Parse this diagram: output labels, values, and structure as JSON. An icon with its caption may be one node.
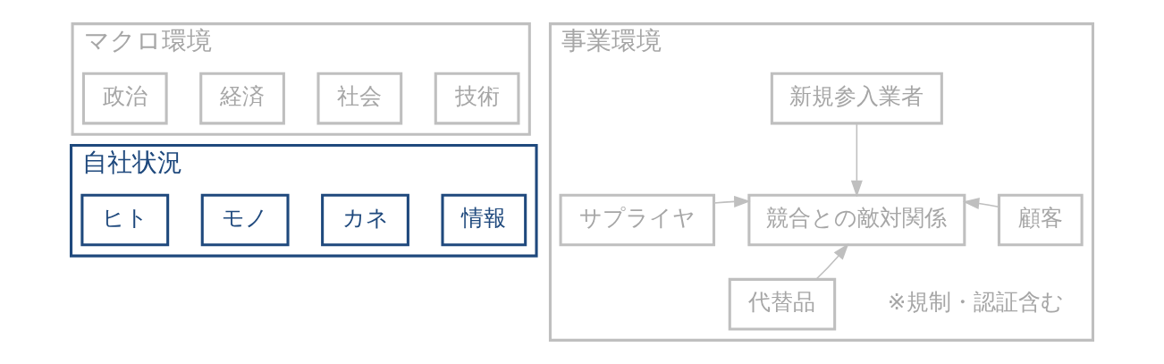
{
  "diagram": {
    "nodes": [
      {
        "text": [
          "マクロ環境"
        ]
      },
      {
        "text": [
          "政治"
        ],
        "in": 0
      },
      {
        "text": [
          "経済"
        ],
        "in": 0
      },
      {
        "text": [
          "社会"
        ],
        "in": 0
      },
      {
        "text": [
          "技術"
        ],
        "in": 0
      },
      {
        "text": [
          "自社状況"
        ]
      },
      {
        "text": [
          "ヒト"
        ],
        "in": 5
      },
      {
        "text": [
          "モノ"
        ],
        "in": 5
      },
      {
        "text": [
          "カネ"
        ],
        "in": 5
      },
      {
        "text": [
          "情報"
        ],
        "in": 5
      },
      {
        "text": [
          "事業環境"
        ]
      },
      {
        "text": [
          "新規参入業者"
        ],
        "in": 10
      },
      {
        "text": [
          "サプライヤ"
        ],
        "in": 10
      },
      {
        "text": [
          "競合との敵対関係"
        ],
        "in": 10
      },
      {
        "text": [
          "顧客"
        ],
        "in": 10
      },
      {
        "text": [
          "代替品"
        ],
        "in": 10
      }
    ],
    "edges": [
      {
        "from": 11,
        "to": 13,
        "arrow": "to"
      },
      {
        "from": 12,
        "to": 13,
        "arrow": "to"
      },
      {
        "from": 14,
        "to": 13,
        "arrow": "to"
      },
      {
        "from": 15,
        "to": 13,
        "arrow": "to"
      }
    ],
    "labels": [
      "※規制・認証含む"
    ]
  }
}
